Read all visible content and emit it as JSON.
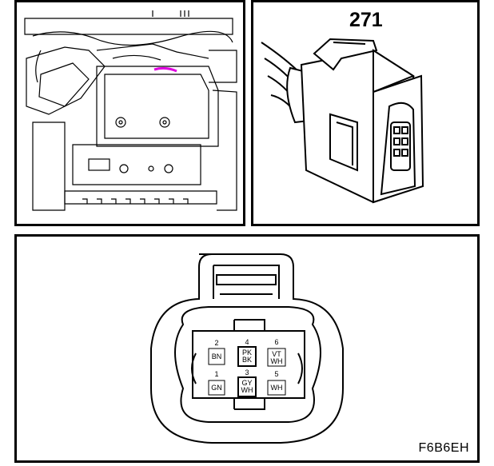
{
  "connector": {
    "number": "271",
    "figure_code": "F6B6EH",
    "pins": [
      {
        "pin": "1",
        "wire": "GN"
      },
      {
        "pin": "2",
        "wire": "BN"
      },
      {
        "pin": "3",
        "wire": "GY WH",
        "line1": "GY",
        "line2": "WH"
      },
      {
        "pin": "4",
        "wire": "PK BK",
        "line1": "PK",
        "line2": "BK"
      },
      {
        "pin": "5",
        "wire": "WH"
      },
      {
        "pin": "6",
        "wire": "VT WH",
        "line1": "VT",
        "line2": "WH"
      }
    ]
  },
  "colors": {
    "highlight": "#e000e0",
    "line": "#000000"
  }
}
